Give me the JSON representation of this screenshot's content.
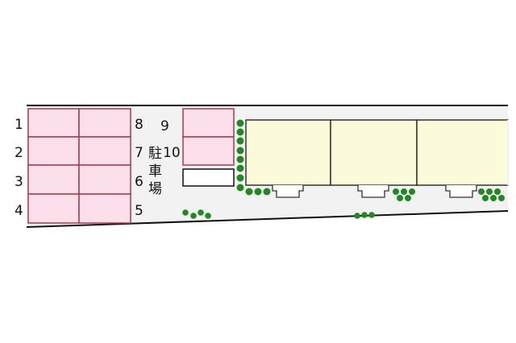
{
  "site_plan": {
    "parking_label_chars": [
      "駐",
      "車",
      "場"
    ],
    "left_block": {
      "left_numbers": [
        "1",
        "2",
        "3",
        "4"
      ],
      "right_numbers": [
        "8",
        "7",
        "6",
        "5"
      ]
    },
    "right_block": {
      "top_number": "9",
      "bottom_number": "10"
    }
  },
  "colors": {
    "parking_fill": "#fbe0ec",
    "parking_stroke": "#a83a4a",
    "building_fill": "#fbfbd9",
    "building_stroke": "#333333",
    "shrub": "#1f8a1f",
    "ground": "#f2f2f2",
    "outline": "#111111"
  },
  "icons": {
    "shrub": "shrub-icon"
  }
}
